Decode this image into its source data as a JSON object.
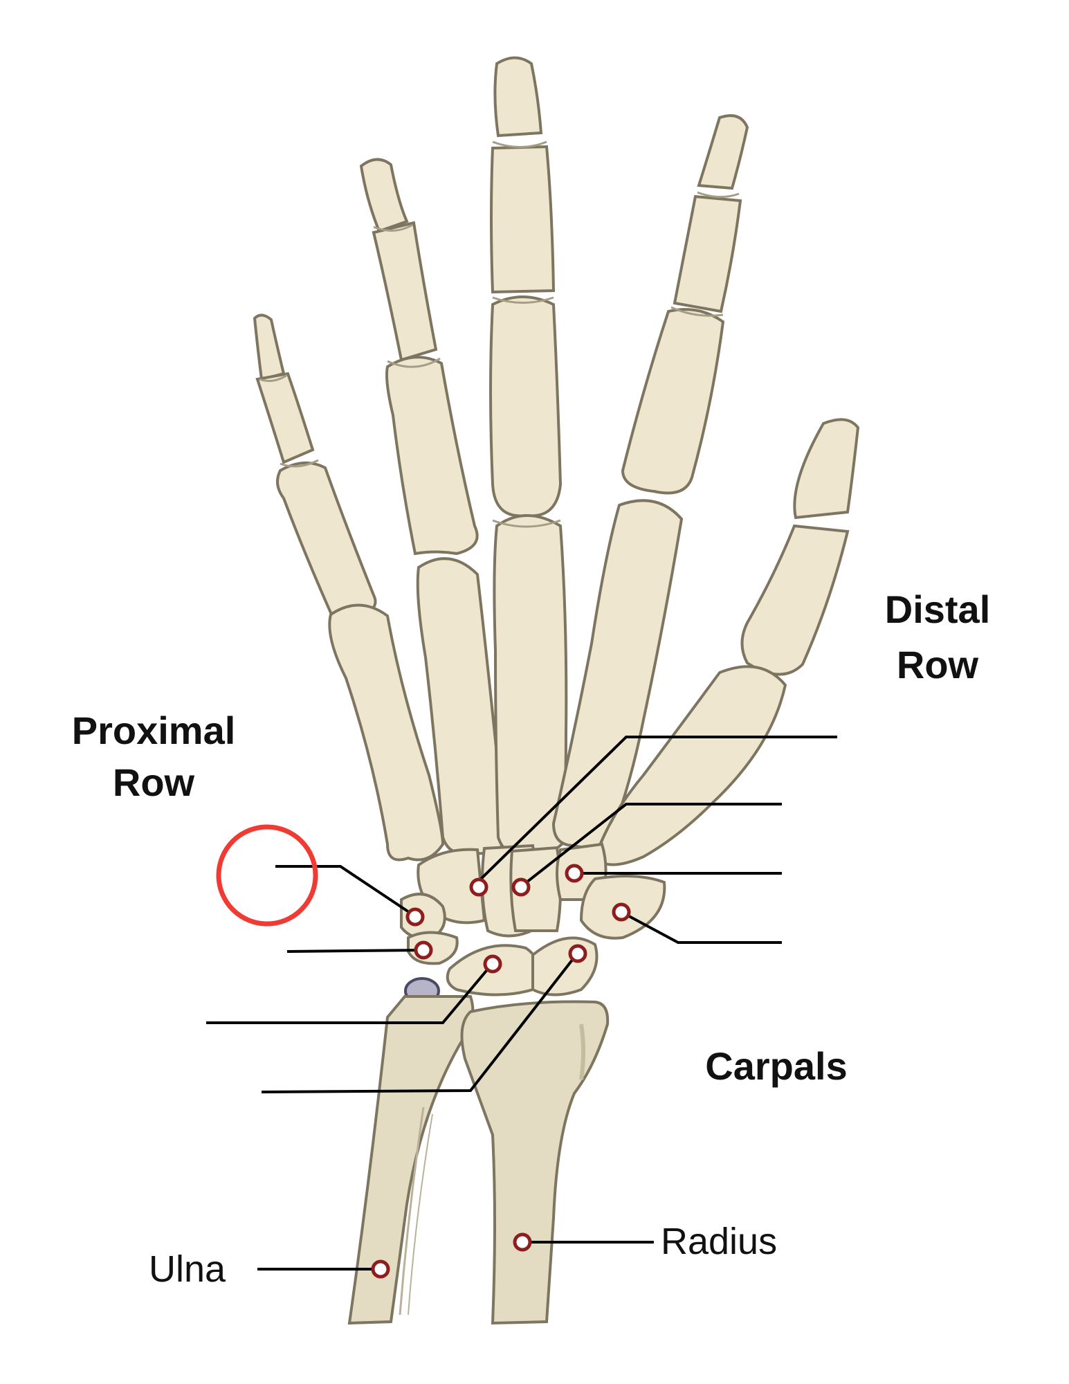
{
  "labels": {
    "distal_row": [
      "Distal",
      "Row"
    ],
    "proximal_row": [
      "Proximal",
      "Row"
    ],
    "carpals": "Carpals",
    "ulna": "Ulna",
    "radius": "Radius"
  },
  "colors": {
    "bone_fill": "#efe6d0",
    "bone_stroke": "#7d7560",
    "forearm_fill": "#e3dcc3",
    "marker": "#8e1d1d",
    "highlight_circle": "#ef3b33",
    "leader_line": "#000000"
  }
}
